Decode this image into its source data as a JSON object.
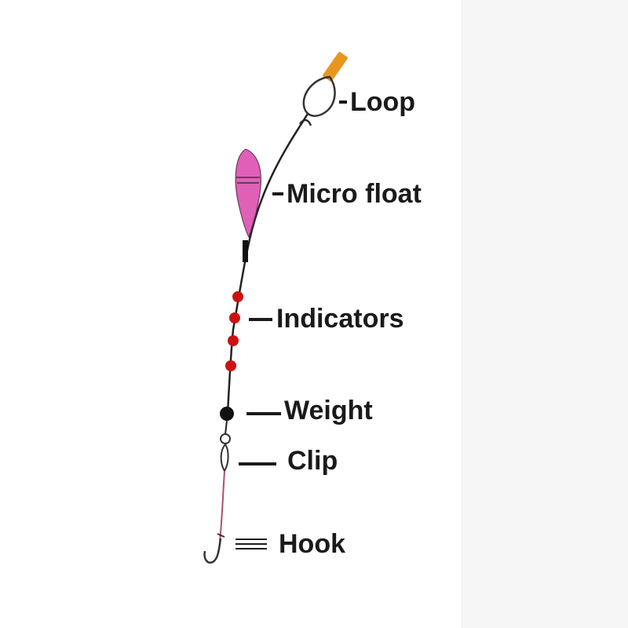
{
  "diagram": {
    "labels": {
      "loop": "Loop",
      "micro_float": "Micro float",
      "indicators": "Indicators",
      "weight": "Weight",
      "clip": "Clip",
      "hook": "Hook"
    },
    "colors": {
      "line": "#222222",
      "float": "#e060b8",
      "indicators": "#cc1111",
      "weight": "#111111",
      "hook_link": "#b05070",
      "loop_tab": "#e8961e"
    }
  }
}
